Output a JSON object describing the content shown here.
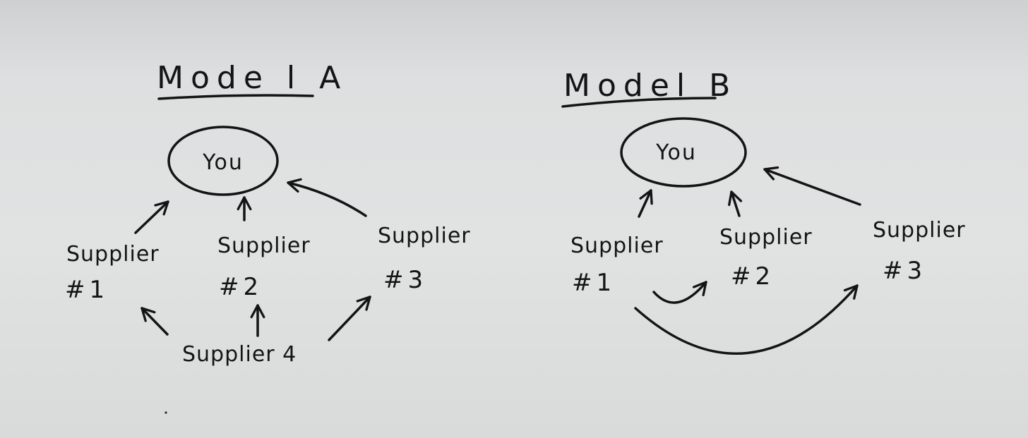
{
  "model_a": {
    "title": "Mode l A",
    "center": "You",
    "suppliers": [
      {
        "name": "Supplier",
        "number": "#1"
      },
      {
        "name": "Supplier",
        "number": "#2"
      },
      {
        "name": "Supplier",
        "number": "#3"
      }
    ],
    "upstream": "Supplier 4"
  },
  "model_b": {
    "title": "Model B",
    "center": "You",
    "suppliers": [
      {
        "name": "Supplier",
        "number": "#1"
      },
      {
        "name": "Supplier",
        "number": "#2"
      },
      {
        "name": "Supplier",
        "number": "#3"
      }
    ]
  }
}
